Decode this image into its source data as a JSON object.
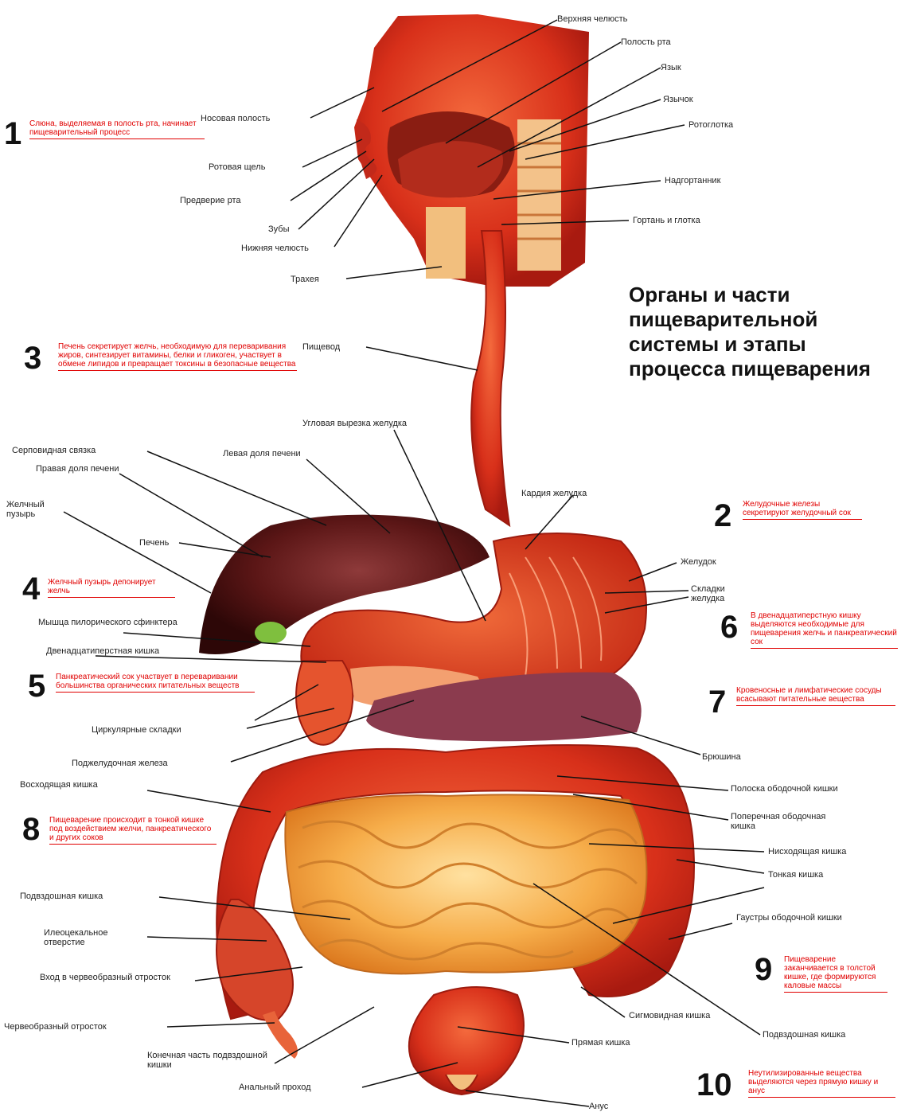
{
  "title": "Органы и части пищеварительной системы и этапы процесса пищеварения",
  "labels": {
    "upper_jaw": "Верхняя челюсть",
    "oral_cavity": "Полость рта",
    "tongue": "Язык",
    "uvula": "Язычок",
    "oropharynx": "Ротоглотка",
    "nasal_cavity": "Носовая полость",
    "mouth_slit": "Ротовая щель",
    "vestibule": "Предверие рта",
    "teeth": "Зубы",
    "lower_jaw": "Нижняя челюсть",
    "epiglottis": "Надгортанник",
    "larynx_pharynx": "Гортань и глотка",
    "trachea": "Трахея",
    "esophagus": "Пищевод",
    "angular_notch": "Угловая вырезка желудка",
    "falciform_ligament": "Серповидная связка",
    "left_lobe": "Левая доля печени",
    "right_lobe": "Правая доля печени",
    "gallbladder": "Желчный пузырь",
    "liver": "Печень",
    "cardia": "Кардия желудка",
    "stomach": "Желудок",
    "stomach_folds": "Складки желудка",
    "pyloric_sphincter": "Мышца пилорического сфинктера",
    "duodenum": "Двенадцатиперстная кишка",
    "circular_folds": "Циркулярные складки",
    "pancreas": "Поджелудочная железа",
    "mesentery": "Брюшина",
    "ascending_colon": "Восходящая кишка",
    "colon_band": "Полоска ободочной кишки",
    "transverse_colon": "Поперечная ободочная кишка",
    "descending_colon": "Нисходящая кишка",
    "small_intestine": "Тонкая кишка",
    "haustra": "Гаустры ободочной кишки",
    "ileum": "Подвздошная кишка",
    "ileocecal": "Илеоцекальное отверстие",
    "appendix_entry": "Вход в червеобразный отросток",
    "appendix": "Червеобразный отросток",
    "terminal_ileum": "Конечная часть подвздошной кишки",
    "sigmoid": "Сигмовидная кишка",
    "rectum": "Прямая кишка",
    "ileum_right": "Подвздошная кишка",
    "anal_canal": "Анальный проход",
    "anus": "Анус"
  },
  "steps": [
    {
      "num": "1",
      "text": "Слюна, выделяемая в полость рта, начинает пищеварительный процесс"
    },
    {
      "num": "2",
      "text": "Желудочные железы секретируют желудочный сок"
    },
    {
      "num": "3",
      "text": "Печень секретирует желчь, необходимую для переваривания жиров, синтезирует витамины, белки и гликоген, участвует в обмене липидов и превращает токсины в безопасные вещества"
    },
    {
      "num": "4",
      "text": "Желчный пузырь депонирует желчь"
    },
    {
      "num": "5",
      "text": "Панкреатический сок участвует в переваривании большинства органических питательных веществ"
    },
    {
      "num": "6",
      "text": "В двенадцатиперстную кишку выделяются необходимые для пищеварения желчь и панкреатический сок"
    },
    {
      "num": "7",
      "text": "Кровеносные и лимфатические сосуды всасывают питательные вещества"
    },
    {
      "num": "8",
      "text": "Пищеварение происходит в тонкой кишке под воздействием желчи, панкреатического и других соков"
    },
    {
      "num": "9",
      "text": "Пищеварение заканчивается в толстой кишке, где формируются каловые массы"
    },
    {
      "num": "10",
      "text": "Неутилизированные вещества выделяются через прямую кишку и анус"
    }
  ],
  "colors": {
    "note": "#e00000",
    "muscle": "#e8371f",
    "liver": "#5a1414",
    "intestine": "#f7b04a"
  }
}
